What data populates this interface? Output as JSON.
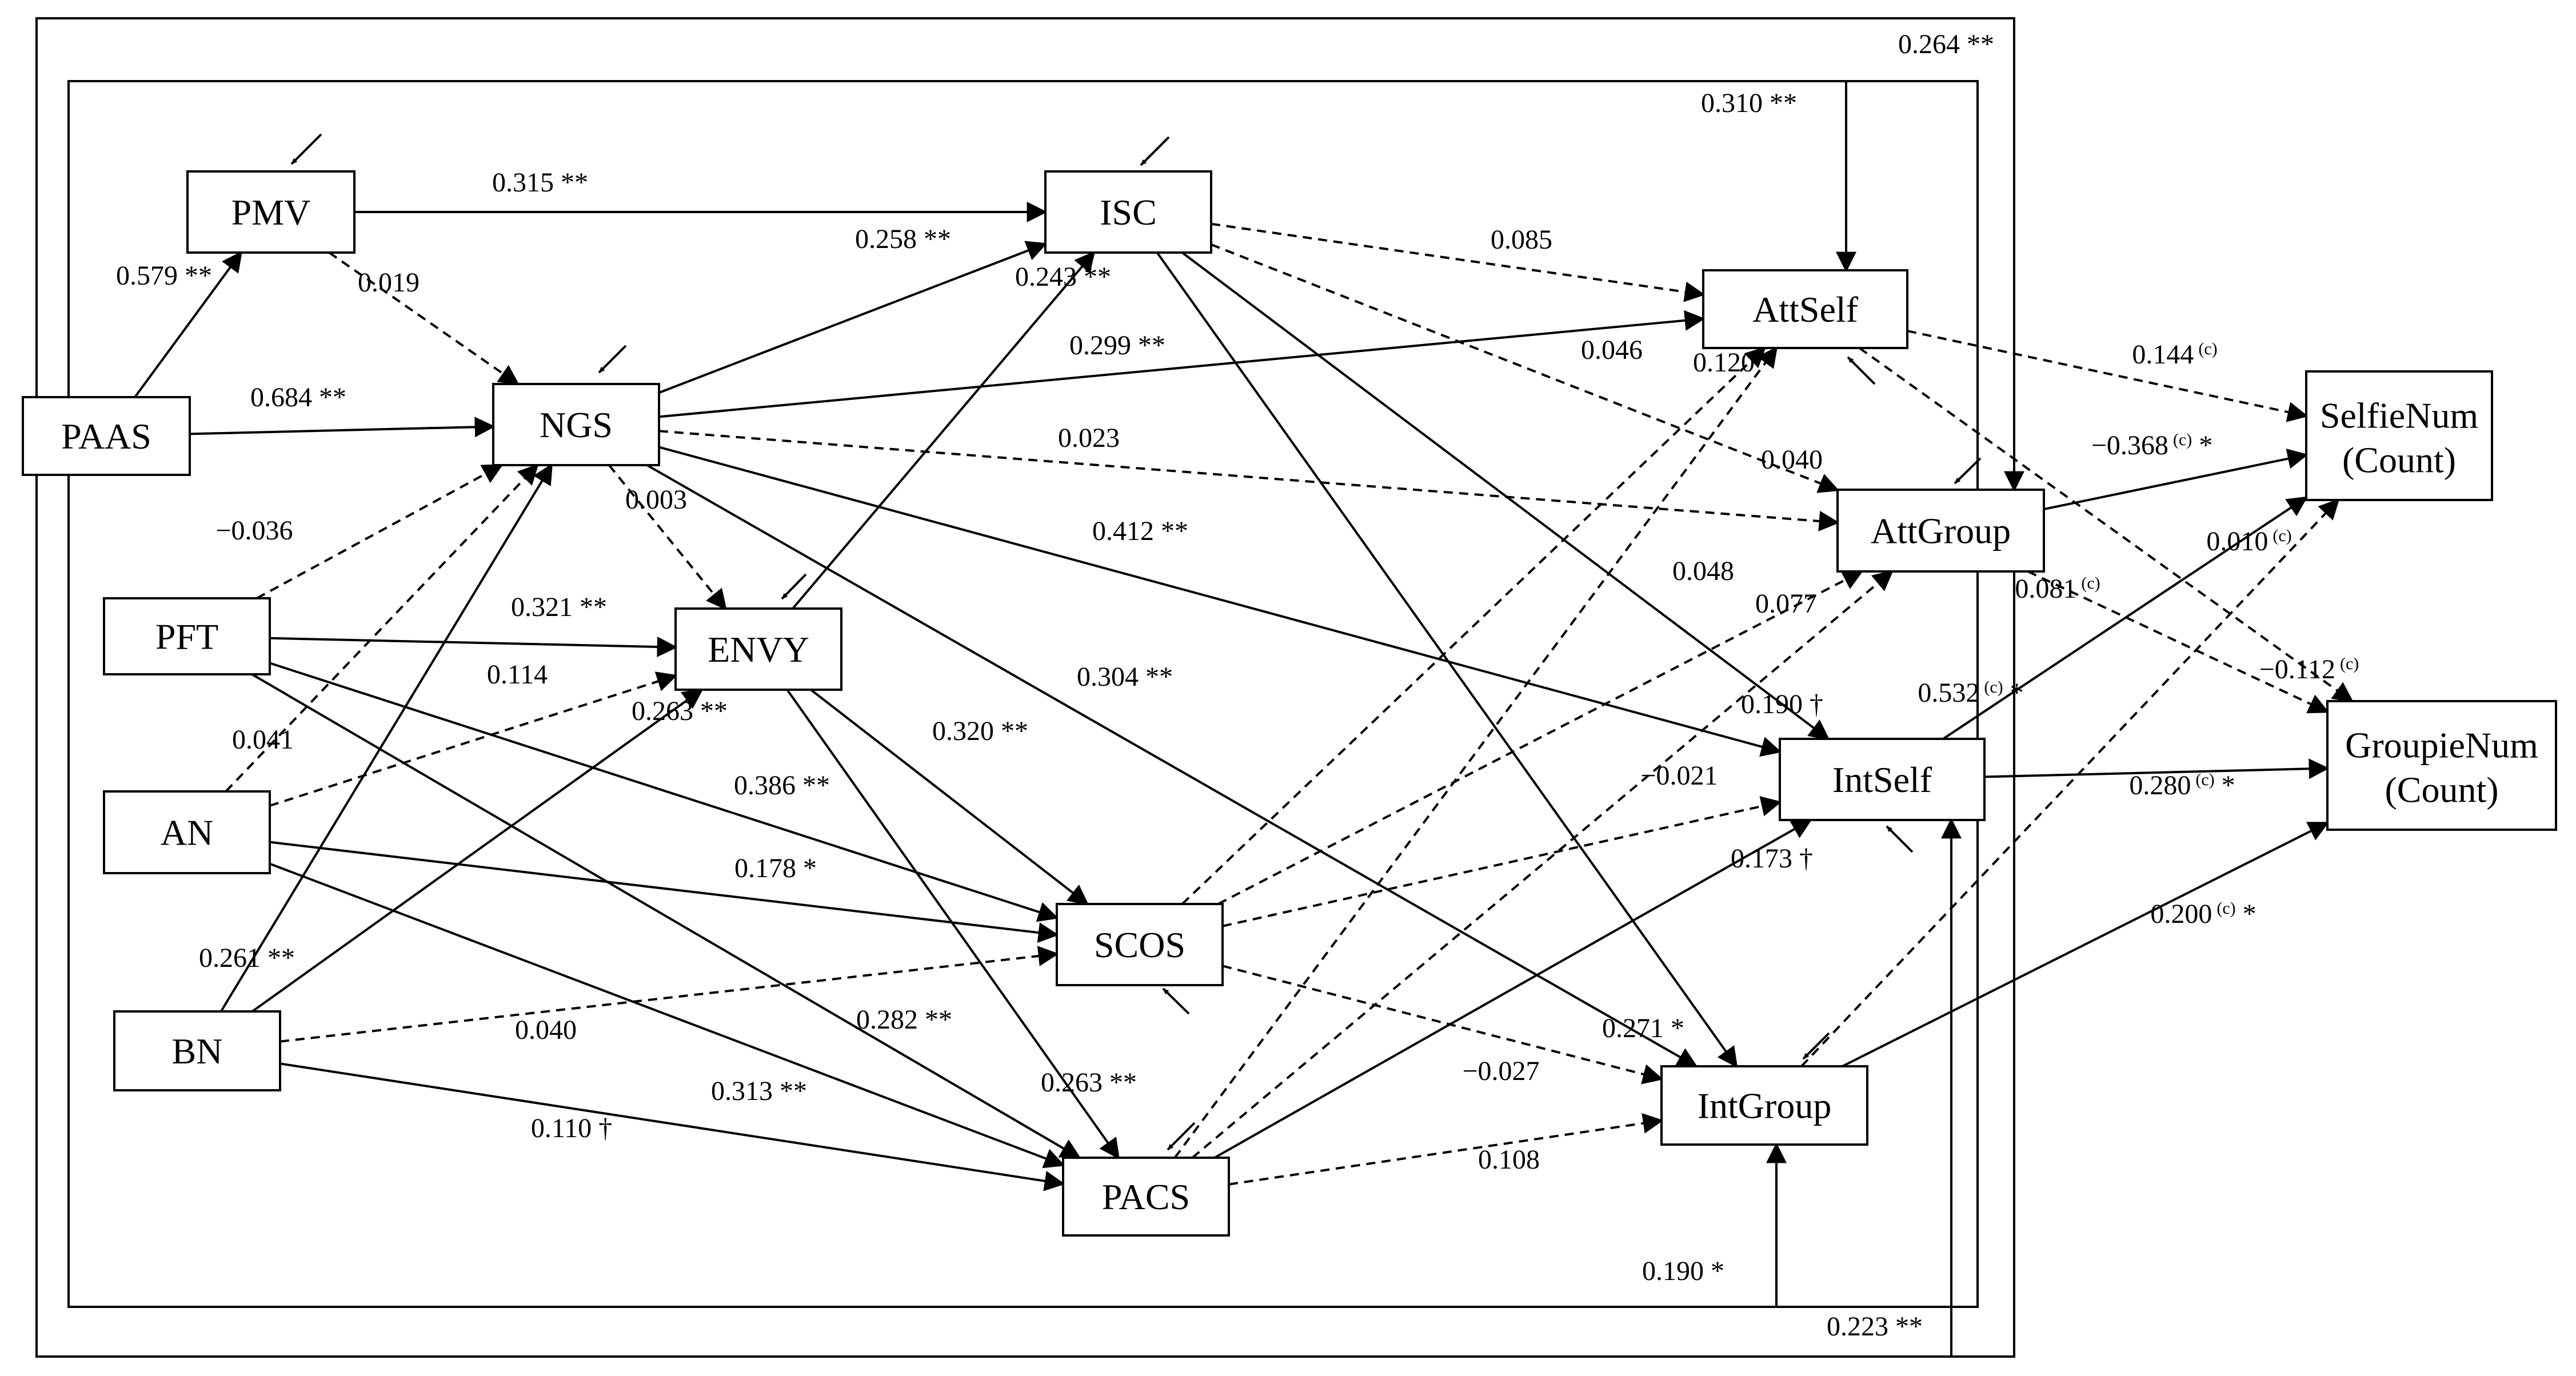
{
  "nodes": {
    "paas": {
      "label": "PAAS"
    },
    "pmv": {
      "label": "PMV"
    },
    "ngs": {
      "label": "NGS"
    },
    "pft": {
      "label": "PFT"
    },
    "an": {
      "label": "AN"
    },
    "bn": {
      "label": "BN"
    },
    "envy": {
      "label": "ENVY"
    },
    "isc": {
      "label": "ISC"
    },
    "scos": {
      "label": "SCOS"
    },
    "pacs": {
      "label": "PACS"
    },
    "attself": {
      "label": "AttSelf"
    },
    "attgroup": {
      "label": "AttGroup"
    },
    "intself": {
      "label": "IntSelf"
    },
    "intgroup": {
      "label": "IntGroup"
    },
    "selfienum": {
      "label": "SelfieNum",
      "sublabel": "(Count)"
    },
    "groupienum": {
      "label": "GroupieNum",
      "sublabel": "(Count)"
    }
  },
  "paths": [
    {
      "id": "paas-pmv",
      "from": "paas",
      "to": "pmv",
      "coef": "0.579 **",
      "significant": true
    },
    {
      "id": "paas-ngs",
      "from": "paas",
      "to": "ngs",
      "coef": "0.684 **",
      "significant": true
    },
    {
      "id": "pmv-isc",
      "from": "pmv",
      "to": "isc",
      "coef": "0.315 **",
      "significant": true
    },
    {
      "id": "pmv-ngs",
      "from": "pmv",
      "to": "ngs",
      "coef": "0.019",
      "significant": false
    },
    {
      "id": "ngs-isc",
      "from": "ngs",
      "to": "isc",
      "coef": "0.258 **",
      "significant": true
    },
    {
      "id": "envy-isc",
      "from": "envy",
      "to": "isc",
      "coef": "0.243 **",
      "significant": true
    },
    {
      "id": "ngs-attself",
      "from": "ngs",
      "to": "attself",
      "coef": "0.299 **",
      "significant": true
    },
    {
      "id": "ngs-attgroup",
      "from": "ngs",
      "to": "attgroup",
      "coef": "0.023",
      "significant": false
    },
    {
      "id": "ngs-envy",
      "from": "ngs",
      "to": "envy",
      "coef": "0.003",
      "significant": false
    },
    {
      "id": "ngs-intself",
      "from": "ngs",
      "to": "intself",
      "coef": "0.412 **",
      "significant": true
    },
    {
      "id": "ngs-intgroup",
      "from": "ngs",
      "to": "intgroup",
      "coef": "0.304 **",
      "significant": true
    },
    {
      "id": "pft-ngs",
      "from": "pft",
      "to": "ngs",
      "coef": "−0.036",
      "significant": false
    },
    {
      "id": "pft-envy",
      "from": "pft",
      "to": "envy",
      "coef": "0.321 **",
      "significant": true
    },
    {
      "id": "an-envy",
      "from": "an",
      "to": "envy",
      "coef": "0.114",
      "significant": false
    },
    {
      "id": "an-ngs",
      "from": "an",
      "to": "ngs",
      "coef": "0.041",
      "significant": false
    },
    {
      "id": "bn-envy",
      "from": "bn",
      "to": "envy",
      "coef": "0.263 **",
      "significant": true
    },
    {
      "id": "pft-scos",
      "from": "pft",
      "to": "scos",
      "coef": "0.386 **",
      "significant": true
    },
    {
      "id": "an-scos",
      "from": "an",
      "to": "scos",
      "coef": "0.178 *",
      "significant": true
    },
    {
      "id": "bn-ngs",
      "from": "bn",
      "to": "ngs",
      "coef": "0.261 **",
      "significant": true
    },
    {
      "id": "bn-scos",
      "from": "bn",
      "to": "scos",
      "coef": "0.040",
      "significant": false
    },
    {
      "id": "pft-pacs",
      "from": "pft",
      "to": "pacs",
      "coef": "0.282 **",
      "significant": true
    },
    {
      "id": "an-pacs",
      "from": "an",
      "to": "pacs",
      "coef": "0.313 **",
      "significant": true
    },
    {
      "id": "bn-pacs",
      "from": "bn",
      "to": "pacs",
      "coef": "0.110 †",
      "significant": true
    },
    {
      "id": "envy-scos",
      "from": "envy",
      "to": "scos",
      "coef": "0.320 **",
      "significant": true
    },
    {
      "id": "envy-pacs",
      "from": "envy",
      "to": "pacs",
      "coef": "0.263 **",
      "significant": true
    },
    {
      "id": "isc-attself",
      "from": "isc",
      "to": "attself",
      "coef": "0.085",
      "significant": false
    },
    {
      "id": "isc-attgroup",
      "from": "isc",
      "to": "attgroup",
      "coef": "0.040",
      "significant": false
    },
    {
      "id": "isc-intself",
      "from": "isc",
      "to": "intself",
      "coef": "0.190 †",
      "significant": true
    },
    {
      "id": "isc-intgroup",
      "from": "isc",
      "to": "intgroup",
      "coef": "0.271 *",
      "significant": true
    },
    {
      "id": "scos-attself",
      "from": "scos",
      "to": "attself",
      "coef": "0.046",
      "significant": false
    },
    {
      "id": "scos-attgroup",
      "from": "scos",
      "to": "attgroup",
      "coef": "0.048",
      "significant": false
    },
    {
      "id": "scos-intself",
      "from": "scos",
      "to": "intself",
      "coef": "−0.021",
      "significant": false
    },
    {
      "id": "scos-intgroup",
      "from": "scos",
      "to": "intgroup",
      "coef": "−0.027",
      "significant": false
    },
    {
      "id": "pacs-attself",
      "from": "pacs",
      "to": "attself",
      "coef": "0.120",
      "significant": false
    },
    {
      "id": "pacs-attgroup",
      "from": "pacs",
      "to": "attgroup",
      "coef": "0.077",
      "significant": false
    },
    {
      "id": "pacs-intself",
      "from": "pacs",
      "to": "intself",
      "coef": "0.173 †",
      "significant": true
    },
    {
      "id": "pacs-intgroup",
      "from": "pacs",
      "to": "intgroup",
      "coef": "0.108",
      "significant": false
    },
    {
      "id": "paas-attself",
      "from": "paas",
      "to": "attself",
      "coef": "0.310 **",
      "significant": true
    },
    {
      "id": "paas-attgroup",
      "from": "paas",
      "to": "attgroup",
      "coef": "0.264 **",
      "significant": true
    },
    {
      "id": "paas-intgroup",
      "from": "paas",
      "to": "intgroup",
      "coef": "0.190 *",
      "significant": true
    },
    {
      "id": "paas-intself",
      "from": "paas",
      "to": "intself",
      "coef": "0.223 **",
      "significant": true
    },
    {
      "id": "attself-selfienum",
      "from": "attself",
      "to": "selfienum",
      "coef": "0.144",
      "sup": "(c)",
      "suffix": "",
      "significant": false
    },
    {
      "id": "attgroup-selfienum",
      "from": "attgroup",
      "to": "selfienum",
      "coef": "−0.368",
      "sup": "(c)",
      "suffix": " *",
      "significant": true
    },
    {
      "id": "intgroup-selfienum",
      "from": "intgroup",
      "to": "selfienum",
      "coef": "0.010",
      "sup": "(c)",
      "suffix": "",
      "significant": false
    },
    {
      "id": "attgroup-groupienum",
      "from": "attgroup",
      "to": "groupienum",
      "coef": "0.081",
      "sup": "(c)",
      "suffix": "",
      "significant": false
    },
    {
      "id": "attself-groupienum",
      "from": "attself",
      "to": "groupienum",
      "coef": "−0.112",
      "sup": "(c)",
      "suffix": "",
      "significant": false
    },
    {
      "id": "intself-selfienum",
      "from": "intself",
      "to": "selfienum",
      "coef": "0.532",
      "sup": "(c)",
      "suffix": " *",
      "significant": true
    },
    {
      "id": "intself-groupienum",
      "from": "intself",
      "to": "groupienum",
      "coef": "0.280",
      "sup": "(c)",
      "suffix": " *",
      "significant": true
    },
    {
      "id": "intgroup-groupienum",
      "from": "intgroup",
      "to": "groupienum",
      "coef": "0.200",
      "sup": "(c)",
      "suffix": " *",
      "significant": true
    }
  ]
}
